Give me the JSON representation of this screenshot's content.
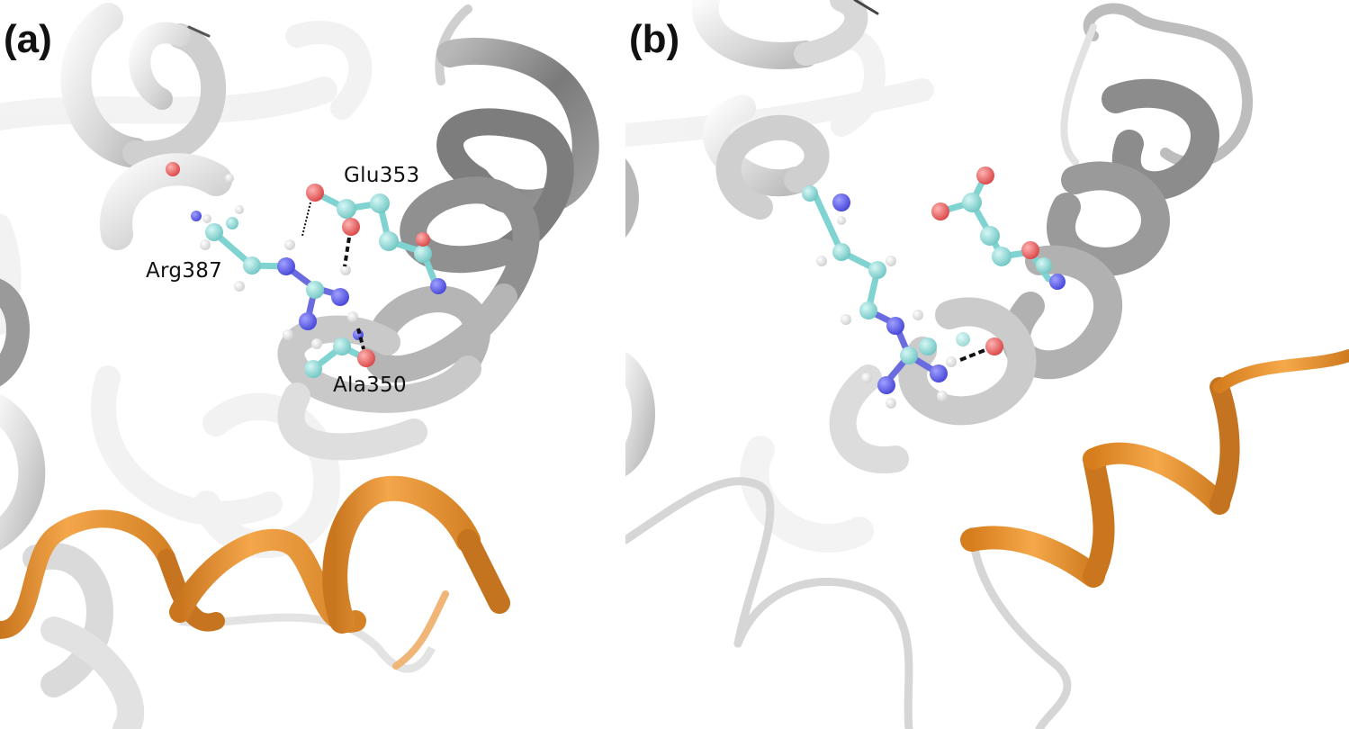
{
  "figure": {
    "panels": [
      {
        "id": "a",
        "label": "(a)",
        "residues": [
          {
            "name": "Arg387",
            "label": "Arg387"
          },
          {
            "name": "Glu353",
            "label": "Glu353"
          },
          {
            "name": "Ala350",
            "label": "Ala350"
          }
        ],
        "hbonds": 3
      },
      {
        "id": "b",
        "label": "(b)",
        "residues": [],
        "hbonds": 1
      }
    ],
    "colors": {
      "ribbon_light": "#e6e6e6",
      "ribbon_mid": "#c8c8c8",
      "ribbon_dark": "#8a8a8a",
      "helix_orange": "#e88d2a",
      "carbon": "#7fd3d0",
      "nitrogen": "#5a5ae6",
      "oxygen": "#e05555",
      "hydrogen": "#f4f4f4",
      "hbond": "#111111"
    }
  }
}
